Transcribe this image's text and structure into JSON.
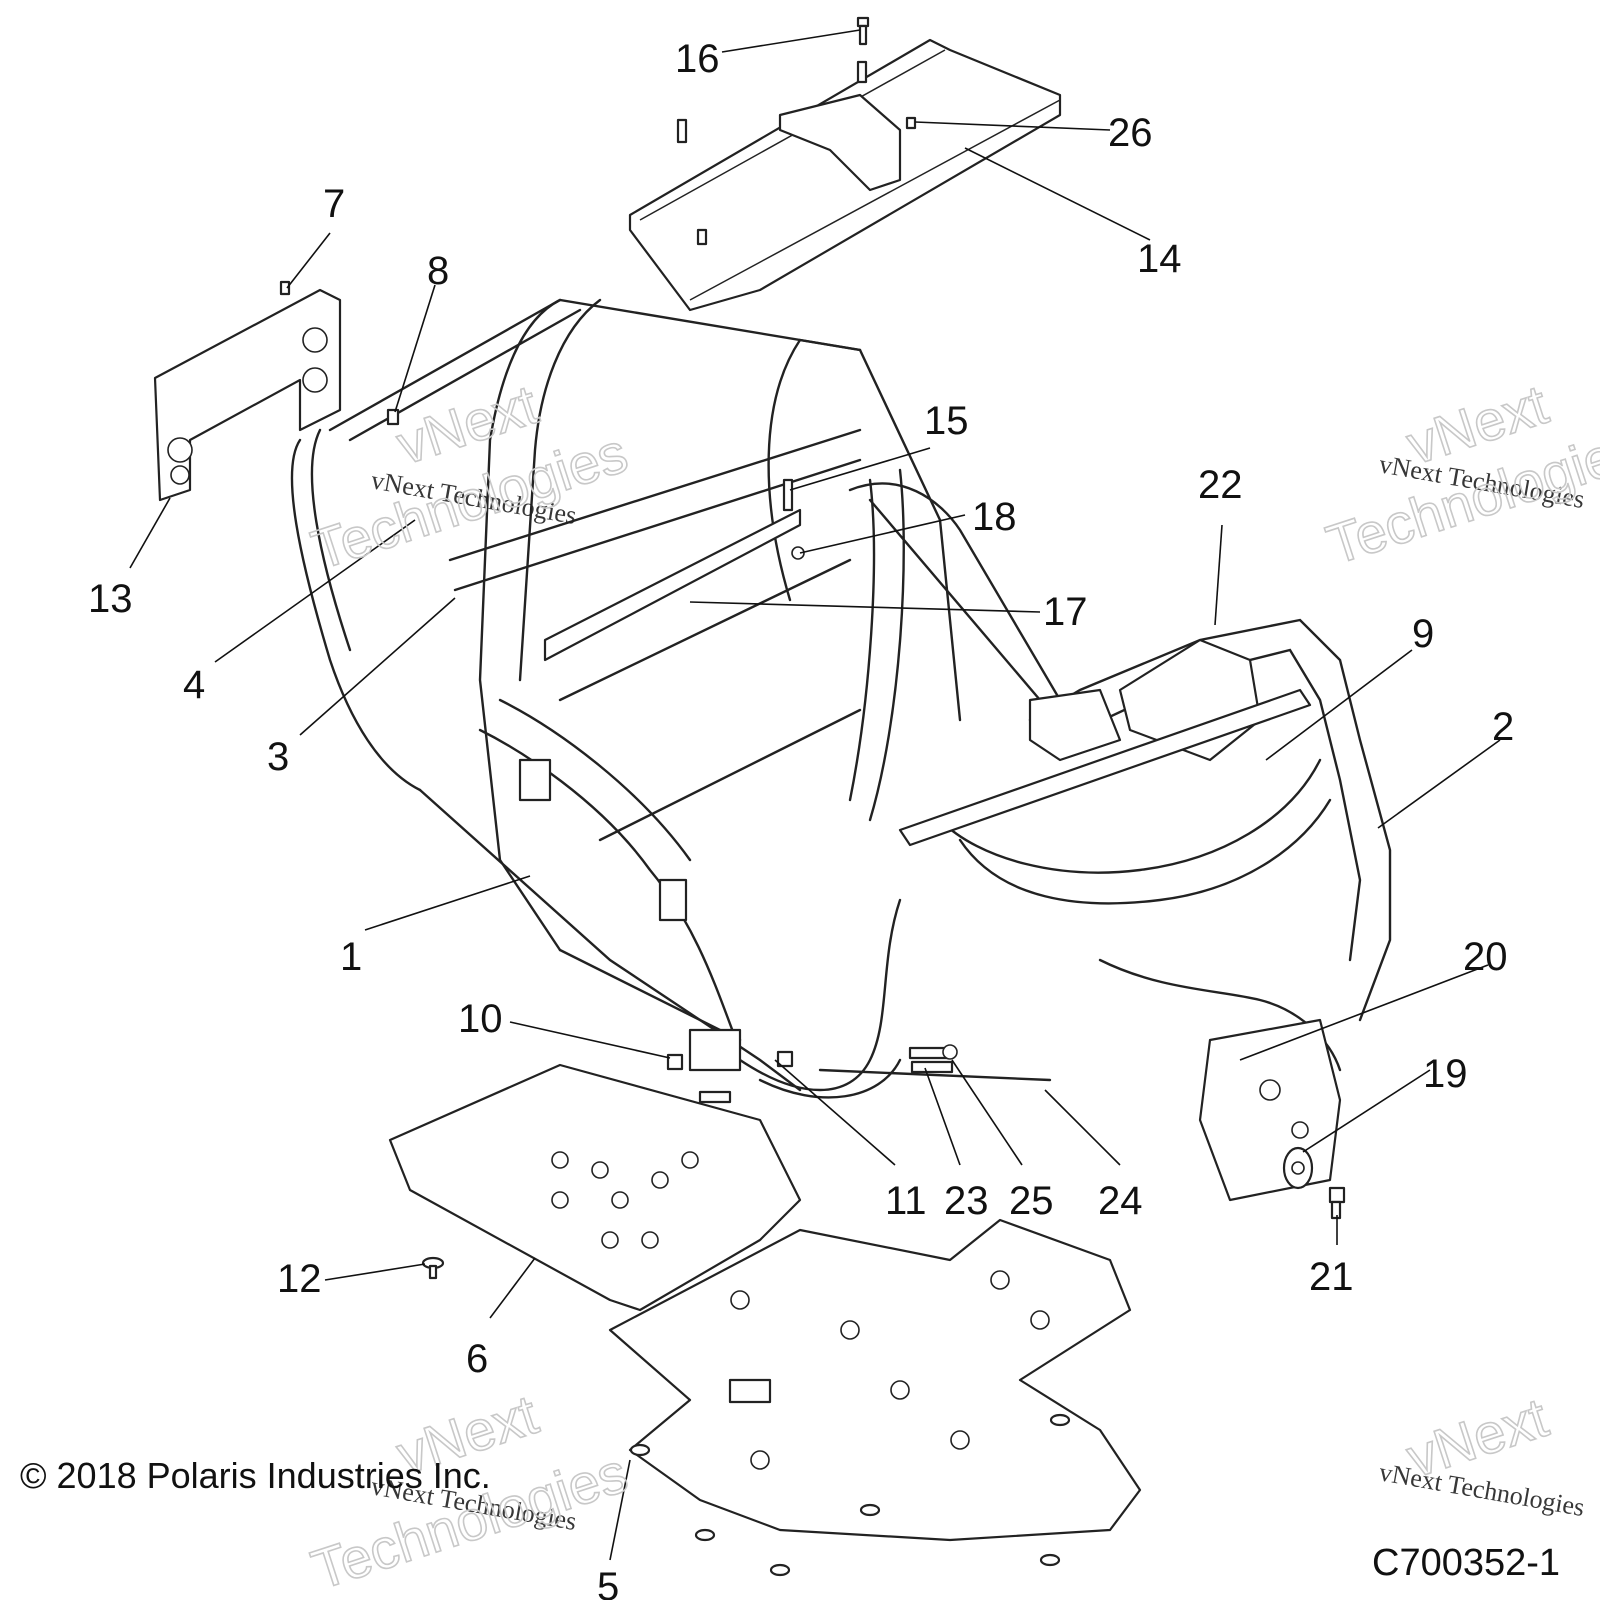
{
  "diagram": {
    "callouts": [
      "1",
      "2",
      "3",
      "4",
      "5",
      "6",
      "7",
      "8",
      "9",
      "10",
      "11",
      "12",
      "13",
      "14",
      "15",
      "16",
      "17",
      "18",
      "19",
      "20",
      "21",
      "22",
      "23",
      "24",
      "25",
      "26"
    ],
    "copyright": "© 2018 Polaris Industries Inc.",
    "figure_id": "C700352-1",
    "watermark": {
      "line1": "vNext Technologies",
      "line2a": "vNext",
      "line2b": "Technologies"
    }
  }
}
